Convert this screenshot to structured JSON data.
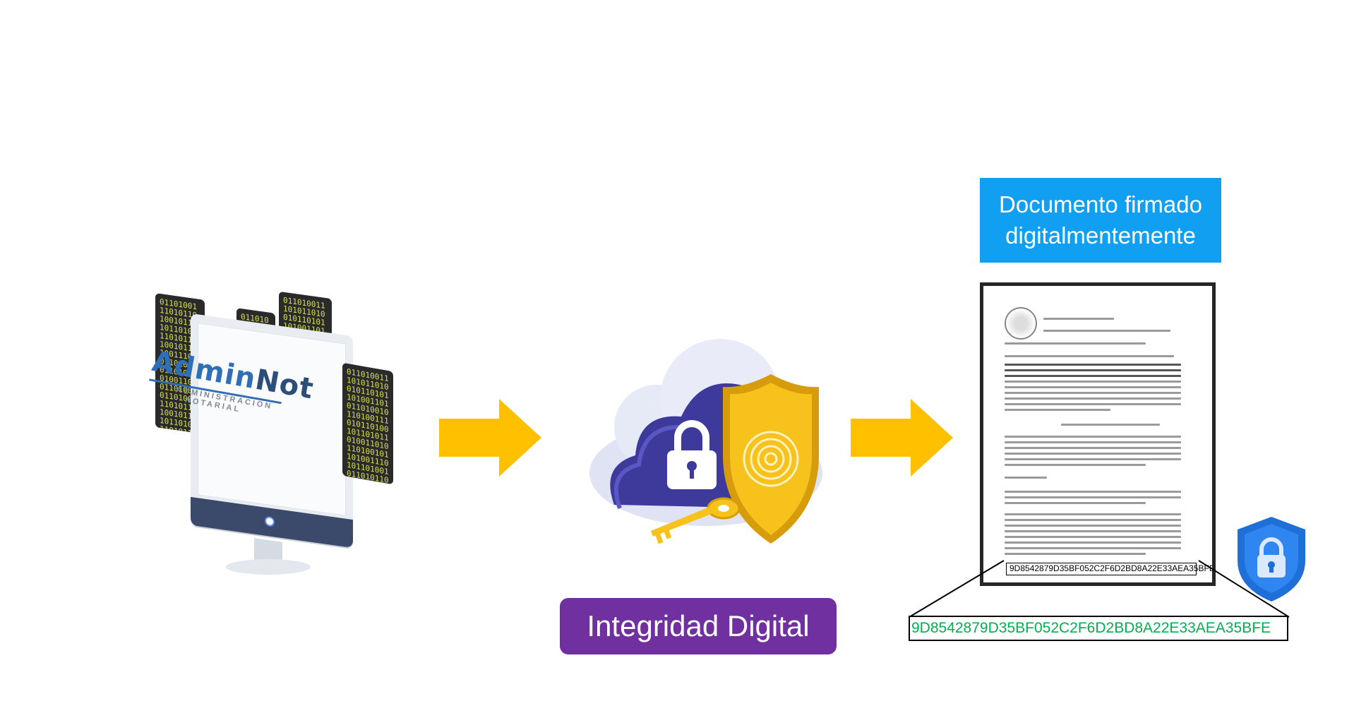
{
  "brand": {
    "name_part1": "Admin",
    "name_part2": "Not",
    "subtitle_line1": "ADMINISTRACION",
    "subtitle_line2": "NOTARIAL"
  },
  "labels": {
    "integrity": "Integridad Digital",
    "doc_title_line1": "Documento firmado",
    "doc_title_line2": "digitalmentemente"
  },
  "hash": {
    "document_hash": "9D8542879D35BF052C2F6D2BD8A22E33AEA35BFE",
    "zoomed_hash": "9D8542879D35BF052C2F6D2BD8A22E33AEA35BFE"
  },
  "colors": {
    "arrow": "#ffc000",
    "integrity_bg": "#7030a0",
    "doc_title_bg": "#119ff2",
    "hash_green": "#00b050",
    "cloud_dark": "#3d3a9c",
    "shield_yellow": "#f6c21b"
  },
  "binary": "0110100111010110100101101011010011010110100101101001110101101001011010110100110101101001011010011101011010010110101101001101011010010110"
}
